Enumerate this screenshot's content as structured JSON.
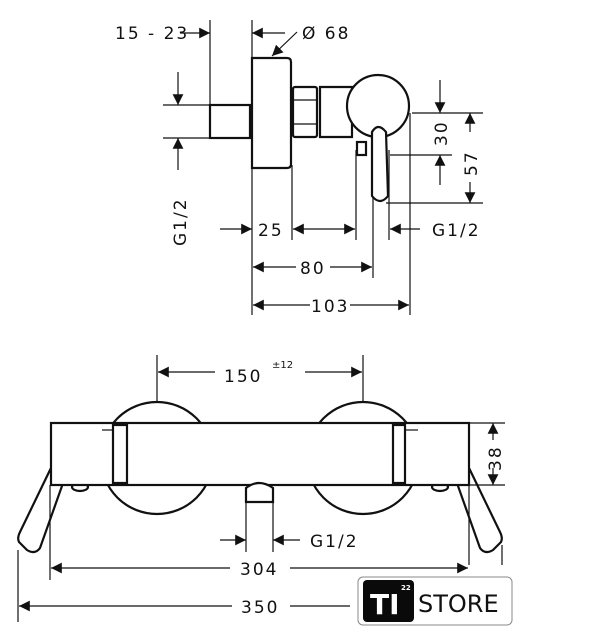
{
  "side_view": {
    "dim_depth_range": "15 - 23",
    "dim_diameter": "Ø 68",
    "dim_thread_left": "G1/2",
    "dim_25": "25",
    "dim_thread_right": "G1/2",
    "dim_80": "80",
    "dim_103": "103",
    "dim_30": "30",
    "dim_57": "57"
  },
  "front_view": {
    "dim_spacing": "150",
    "dim_tolerance": "±12",
    "dim_height": "38",
    "dim_thread_outlet": "G1/2",
    "dim_304": "304",
    "dim_350": "350"
  },
  "logo": {
    "brand": "TI",
    "superscript": "22",
    "store": "STORE"
  }
}
